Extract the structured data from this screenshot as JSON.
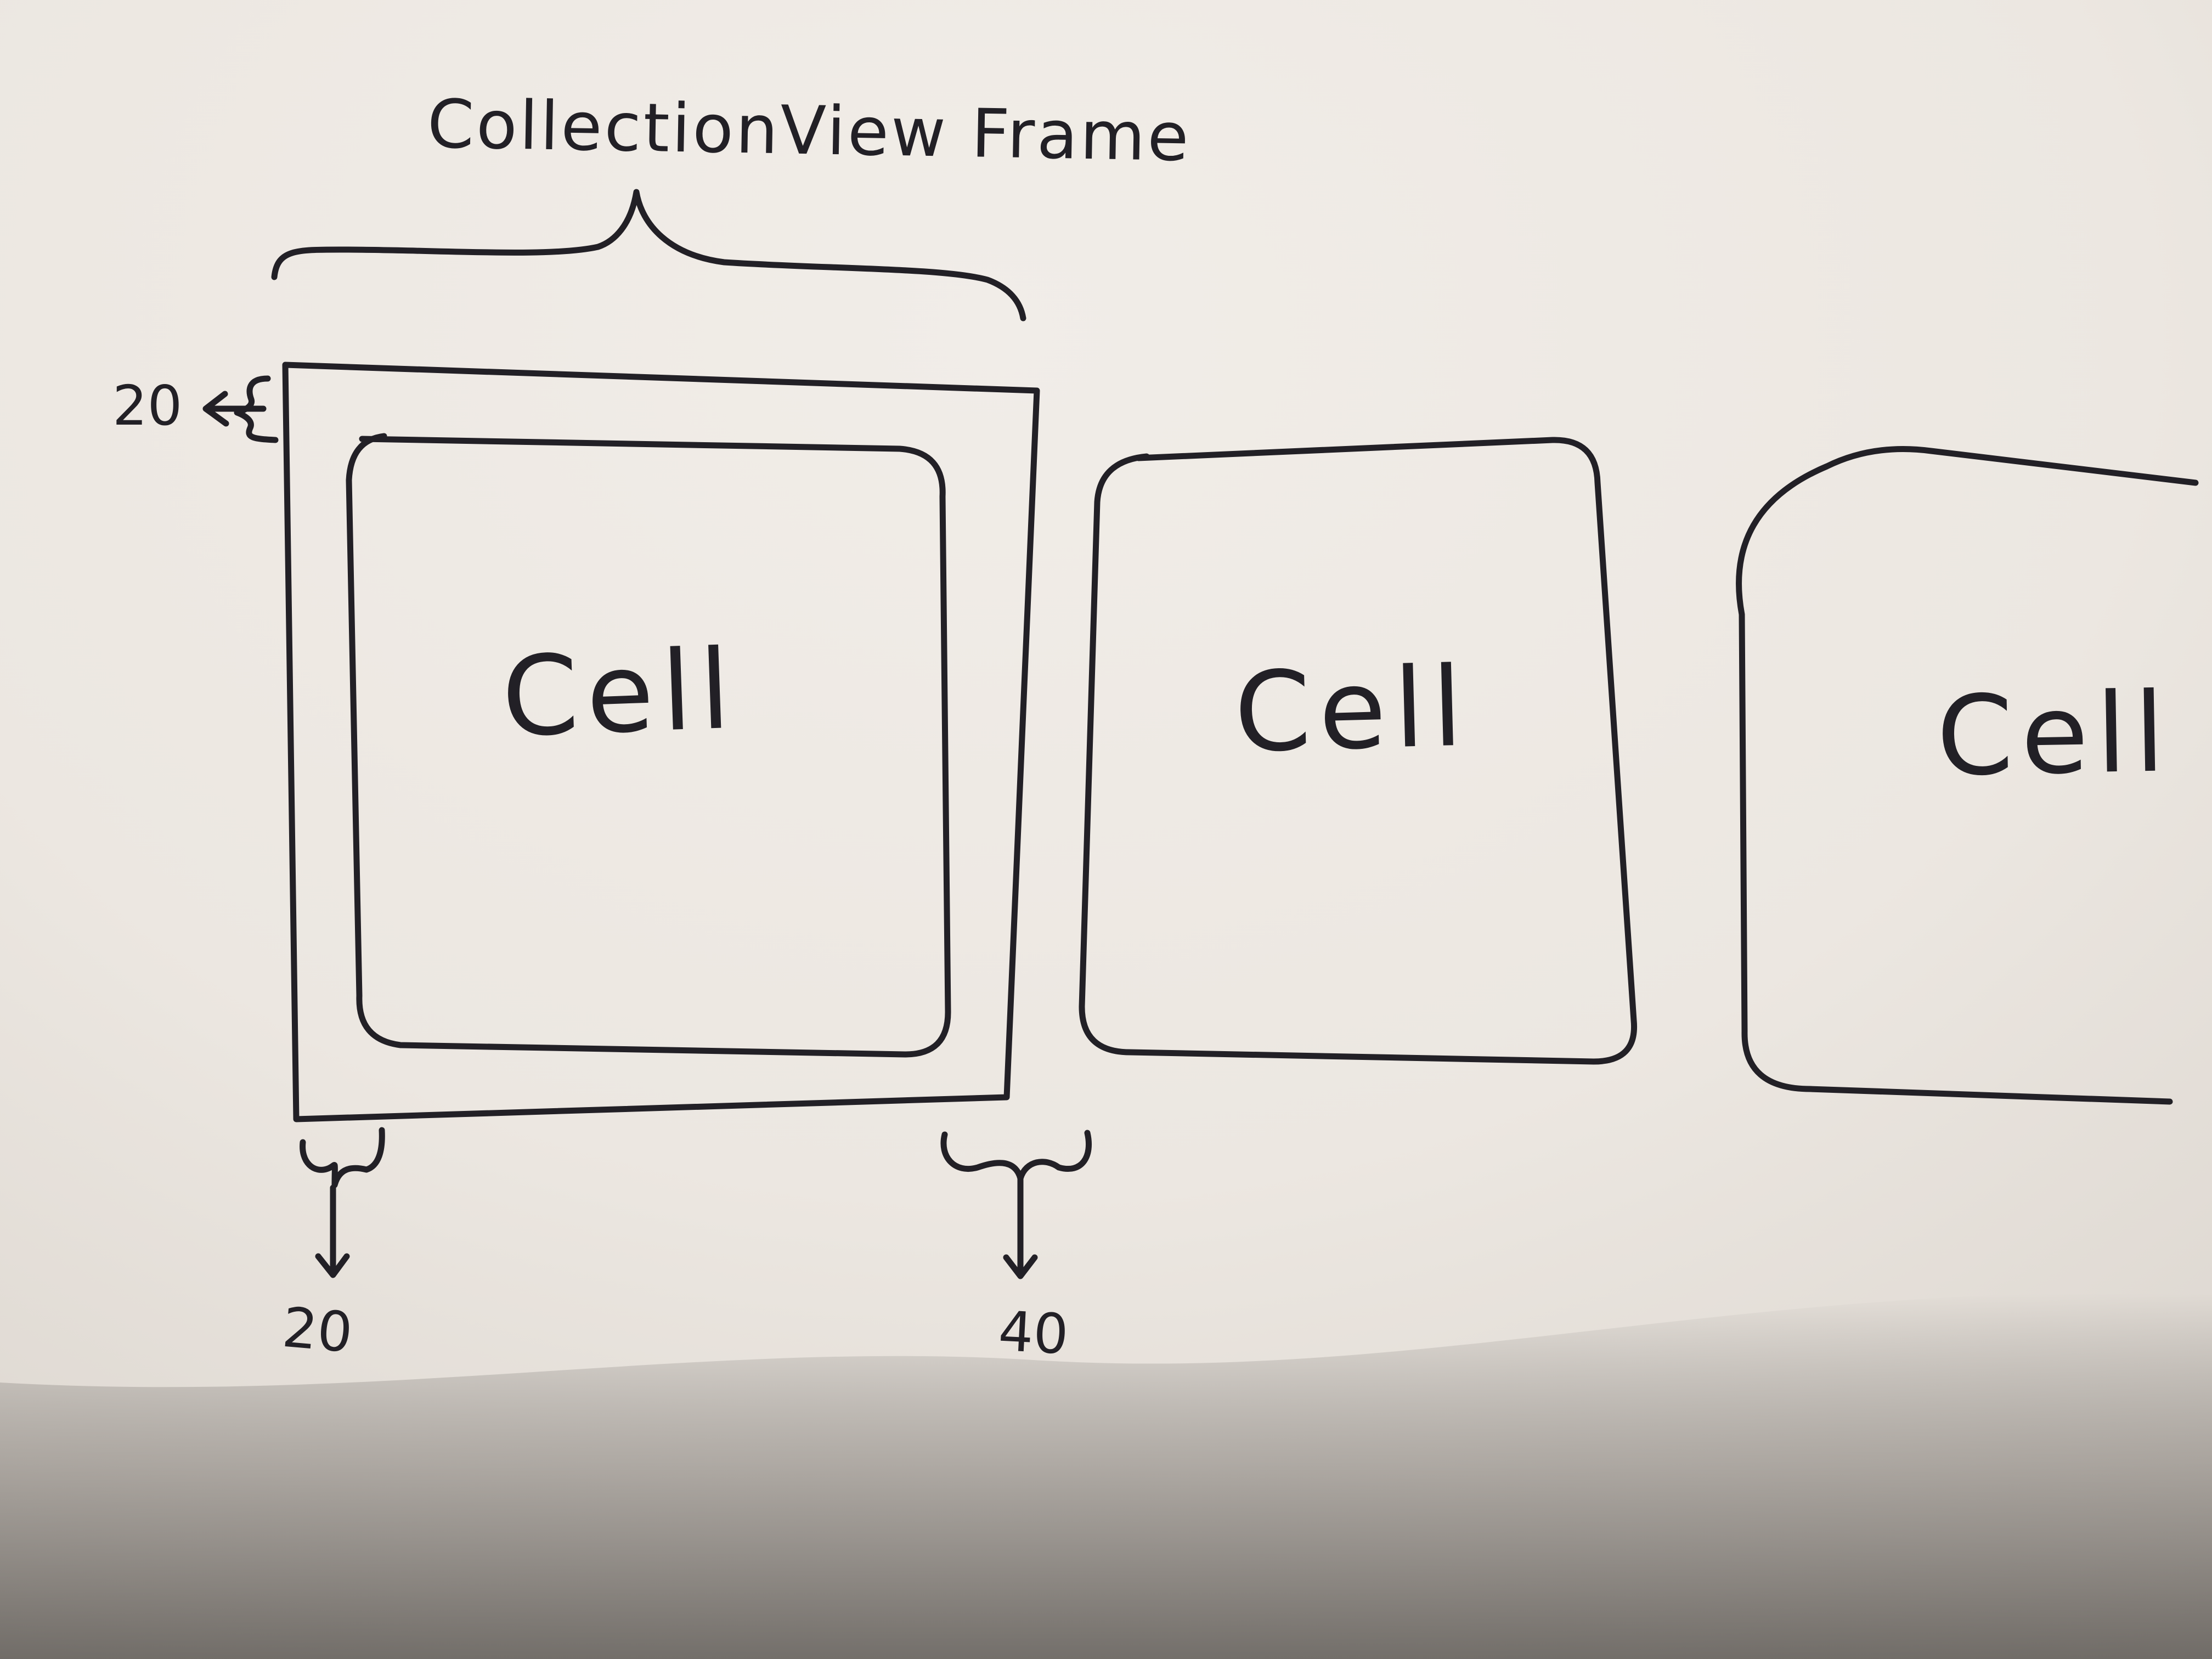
{
  "diagram": {
    "title": "CollectionView Frame",
    "cells": [
      {
        "label": "Cell"
      },
      {
        "label": "Cell"
      },
      {
        "label": "Cell"
      }
    ],
    "dimensions": {
      "top_inset": "20",
      "left_inset": "20",
      "right_gap": "40"
    }
  },
  "colors": {
    "paper": "#efebe6",
    "ink": "#222026"
  }
}
